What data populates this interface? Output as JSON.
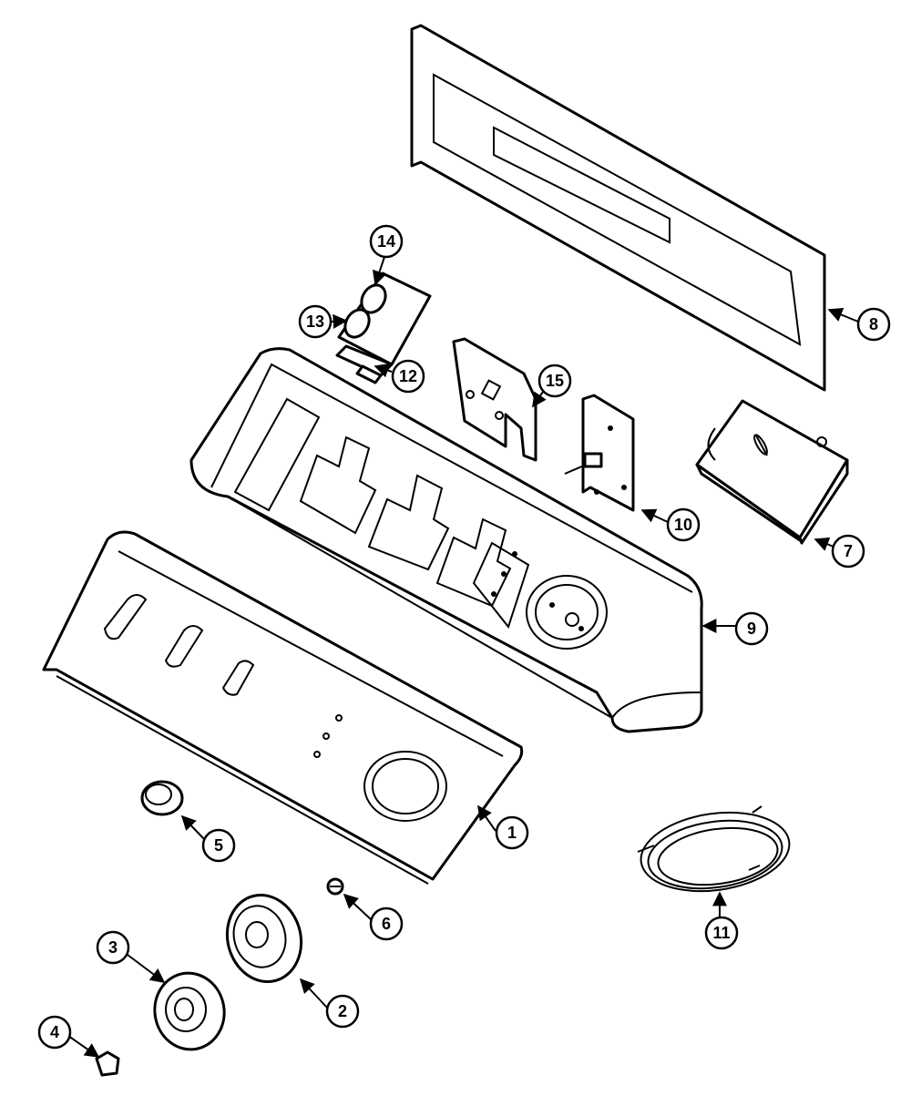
{
  "callouts": [
    {
      "id": "c1",
      "label": "1"
    },
    {
      "id": "c2",
      "label": "2"
    },
    {
      "id": "c3",
      "label": "3"
    },
    {
      "id": "c4",
      "label": "4"
    },
    {
      "id": "c5",
      "label": "5"
    },
    {
      "id": "c6",
      "label": "6"
    },
    {
      "id": "c7",
      "label": "7"
    },
    {
      "id": "c8",
      "label": "8"
    },
    {
      "id": "c9",
      "label": "9"
    },
    {
      "id": "c10",
      "label": "10"
    },
    {
      "id": "c11",
      "label": "11"
    },
    {
      "id": "c12",
      "label": "12"
    },
    {
      "id": "c13",
      "label": "13"
    },
    {
      "id": "c14",
      "label": "14"
    },
    {
      "id": "c15",
      "label": "15"
    }
  ],
  "colors": {
    "line": "#000000",
    "background": "#ffffff"
  }
}
